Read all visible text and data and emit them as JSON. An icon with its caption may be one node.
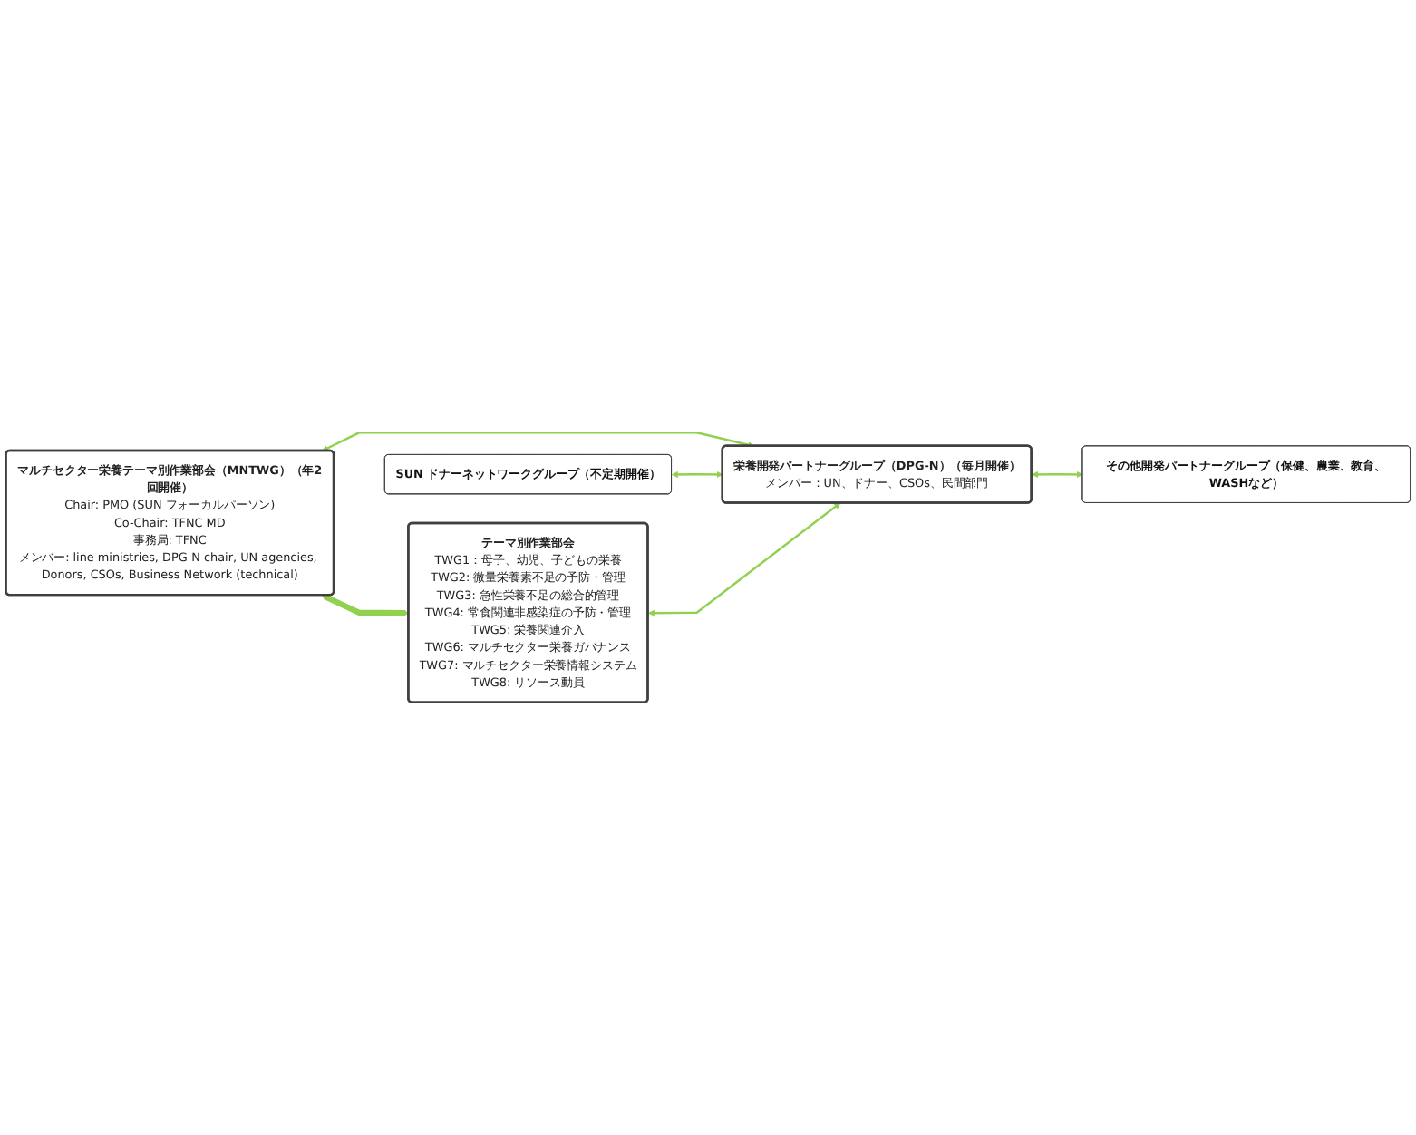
{
  "diagram": {
    "nodes": [
      {
        "text": [
          "マルチセクター栄養テーマ別作業部会（MNTWG）（年2回開催）",
          "Chair: PMO (SUN フォーカルパーソン)",
          "Co-Chair: TFNC MD",
          "事務局: TFNC",
          "メンバー: line ministries, DPG-N chair, UN agencies, Donors, CSOs, Business Network (technical)"
        ]
      },
      {
        "text": [
          "SUN ドナーネットワークグループ（不定期開催）"
        ]
      },
      {
        "text": [
          "栄養開発パートナーグループ（DPG-N）（毎月開催）",
          "メンバー：UN、ドナー、CSOs、民間部門"
        ]
      },
      {
        "text": [
          "テーマ別作業部会",
          "TWG1：母子、幼児、子どもの栄養",
          "TWG2: 微量栄養素不足の予防・管理",
          "TWG3: 急性栄養不足の総合的管理",
          "TWG4: 常食関連非感染症の予防・管理",
          "TWG5: 栄養関連介入",
          "TWG6: マルチセクター栄養ガバナンス",
          "TWG7: マルチセクター栄養情報システム",
          "TWG8: リソース動員"
        ]
      },
      {
        "text": [
          "その他開発パートナーグループ（保健、農業、教育、WASHなど）"
        ]
      }
    ],
    "edges": [
      {
        "from": 0,
        "to": 3,
        "arrow": "both",
        "style": "thick"
      },
      {
        "from": 0,
        "to": 2,
        "arrow": "both"
      },
      {
        "from": 1,
        "to": 2,
        "arrow": "both"
      },
      {
        "from": 3,
        "to": 2,
        "arrow": "both"
      },
      {
        "from": 2,
        "to": 4,
        "arrow": "both"
      }
    ]
  }
}
